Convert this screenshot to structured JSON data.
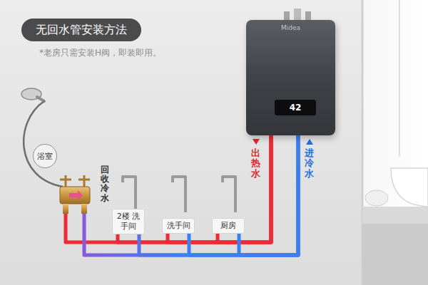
{
  "diagram": {
    "title": "无回水管安装方法",
    "nodes": [
      {
        "text": [
          "42"
        ]
      },
      {
        "text": [
          "浴室"
        ]
      },
      {
        "text": [
          "2楼 洗手间"
        ]
      },
      {
        "text": [
          "洗手间"
        ]
      },
      {
        "text": [
          "厨房"
        ]
      }
    ],
    "edges": [
      {
        "from": 0,
        "to": 1,
        "arrow": "none"
      },
      {
        "from": 0,
        "to": 2,
        "arrow": "none"
      },
      {
        "from": 0,
        "to": 3,
        "arrow": "none"
      },
      {
        "from": 0,
        "to": 4,
        "arrow": "none"
      },
      {
        "from": 1,
        "to": 0,
        "arrow": "none"
      },
      {
        "from": 2,
        "to": 0,
        "arrow": "none"
      },
      {
        "from": 3,
        "to": 0,
        "arrow": "none"
      },
      {
        "from": 4,
        "to": 0,
        "arrow": "none"
      }
    ],
    "labels": [
      "*老房只需安装H阀，即装即用。",
      "Midea",
      "出热水",
      "进冷水",
      "回收冷水"
    ]
  }
}
